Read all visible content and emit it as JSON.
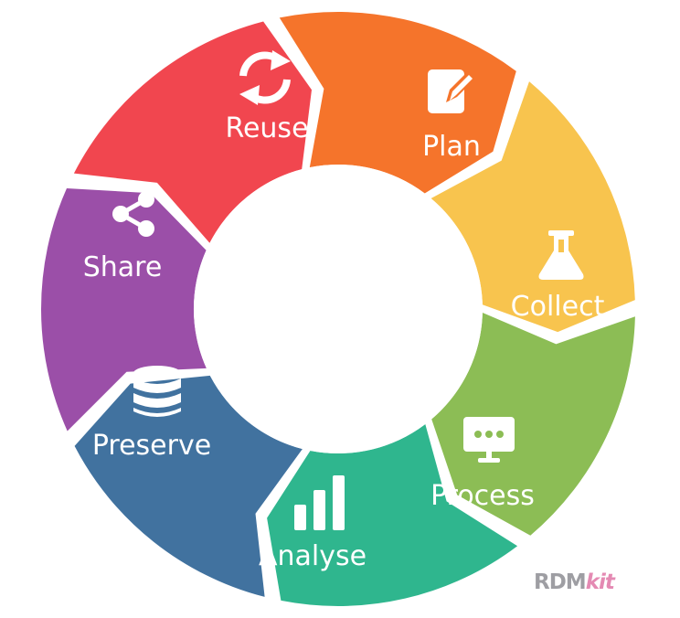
{
  "stages": [
    {
      "key": "plan",
      "label": "Plan",
      "icon": "pencil-notepad-icon",
      "color": "#f5742b"
    },
    {
      "key": "collect",
      "label": "Collect",
      "icon": "flask-icon",
      "color": "#f8c44e"
    },
    {
      "key": "process",
      "label": "Process",
      "icon": "monitor-icon",
      "color": "#8cbd55"
    },
    {
      "key": "analyse",
      "label": "Analyse",
      "icon": "bar-chart-icon",
      "color": "#2fb68e"
    },
    {
      "key": "preserve",
      "label": "Preserve",
      "icon": "database-icon",
      "color": "#41729f"
    },
    {
      "key": "share",
      "label": "Share",
      "icon": "share-icon",
      "color": "#9b4fa8"
    },
    {
      "key": "reuse",
      "label": "Reuse",
      "icon": "refresh-icon",
      "color": "#f1464f"
    }
  ],
  "brand": {
    "part1": "RDM",
    "part2": "kit",
    "color1": "#9e9ea3",
    "color2": "#e48ab3"
  }
}
